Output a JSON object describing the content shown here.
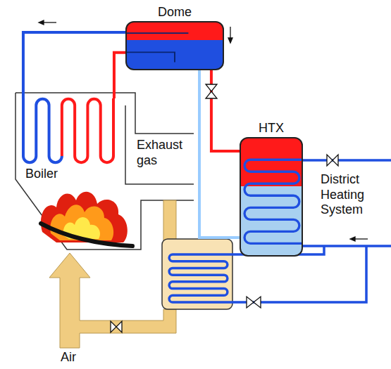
{
  "diagram": {
    "nodes": [
      {
        "text": [
          "Dome"
        ]
      },
      {
        "text": [
          "HTX"
        ]
      },
      {
        "text": [
          "Boiler"
        ]
      }
    ],
    "edges": [
      {
        "from": 0,
        "to": 2,
        "arrow": "none"
      },
      {
        "from": 2,
        "to": 0,
        "arrow": "none"
      },
      {
        "from": 0,
        "to": 1,
        "arrow": "none"
      },
      {
        "from": 1,
        "to": 0,
        "arrow": "none"
      }
    ],
    "labels": [
      "Exhaust gas",
      "District Heating System",
      "Air"
    ]
  }
}
